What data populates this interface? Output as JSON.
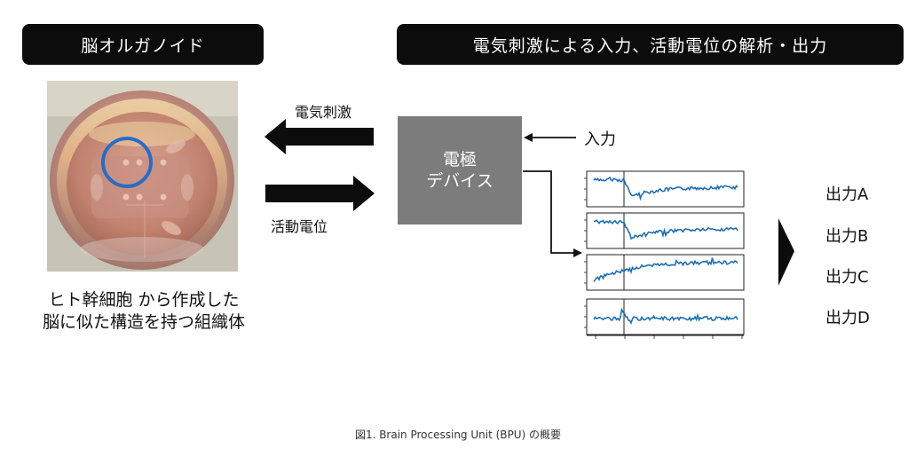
{
  "header": {
    "left_title": "脳オルガノイド",
    "right_title": "電気刺激による入力、活動電位の解析・出力"
  },
  "organoid": {
    "caption_line1": "ヒト幹細胞 から作成した",
    "caption_line2": "脳に似た構造を持つ組織体"
  },
  "arrows": {
    "stimulation_label": "電気刺激",
    "action_potential_label": "活動電位"
  },
  "electrode": {
    "line1": "電極",
    "line2": "デバイス",
    "input_label": "入力"
  },
  "outputs": [
    "出力A",
    "出力B",
    "出力C",
    "出力D"
  ],
  "figure_caption": "図1. Brain Processing Unit (BPU) の概要",
  "colors": {
    "header_bg": "#0c0c0c",
    "electrode_bg": "#7c7c7c",
    "trace": "#1f6fb4",
    "highlight_circle": "#2a6cc4"
  }
}
